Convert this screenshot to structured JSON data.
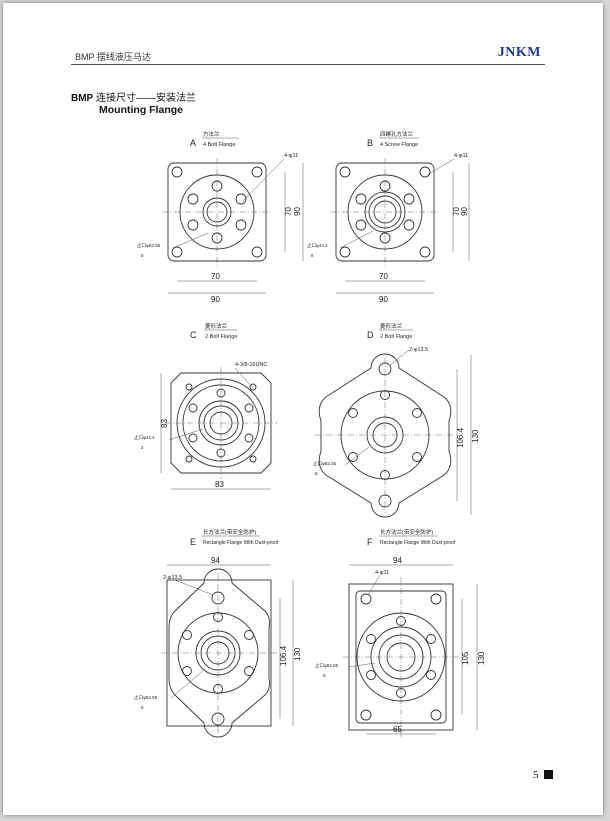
{
  "header": {
    "left_title": "BMP 摆线液压马达",
    "brand": "JNKM"
  },
  "section": {
    "title_prefix": "BMP",
    "title_zh": "连接尺寸——安装法兰",
    "title_en": "Mounting  Flange"
  },
  "drawings": [
    {
      "letter": "A",
      "name_zh": "方法兰",
      "name_en": "4 Bolt Flange",
      "hole_label": "4-φ11",
      "shaft_label": "止口φ82.55",
      "shaft_sub": "8",
      "dims": [
        "70",
        "90",
        "70",
        "90"
      ]
    },
    {
      "letter": "B",
      "name_zh": "四螺孔方法兰",
      "name_en": "4 Screw Flange",
      "hole_label": "4-φ11",
      "shaft_label": "止口φ44.4",
      "shaft_sub": "8",
      "dims": [
        "70",
        "90",
        "70",
        "90"
      ]
    },
    {
      "letter": "C",
      "name_zh": "菱形法兰",
      "name_en": "2 Bolt Flange",
      "hole_label": "4-3/8-16UNC",
      "shaft_label": "止口φ44.4",
      "shaft_sub": "2",
      "dims": [
        "83",
        "83"
      ]
    },
    {
      "letter": "D",
      "name_zh": "菱形法兰",
      "name_en": "2 Bolt Flange",
      "hole_label": "2-φ13.5",
      "shaft_label": "止口φ82.55",
      "shaft_sub": "8",
      "dims": [
        "106.4",
        "130"
      ]
    },
    {
      "letter": "E",
      "name_zh": "长方法兰(带安全防护)",
      "name_en": "Rectangle Flange With Dust-proof",
      "hole_label": "2-φ13.5",
      "shaft_label": "止口φ82.55",
      "shaft_sub": "8",
      "dims": [
        "94",
        "106.4",
        "130"
      ]
    },
    {
      "letter": "F",
      "name_zh": "长方法兰(带安全防护)",
      "name_en": "Rectangle Flange With Dust-proof",
      "hole_label": "4-φ11",
      "shaft_label": "止口φ82.55",
      "shaft_sub": "8",
      "dims": [
        "94",
        "105",
        "130",
        "65"
      ]
    }
  ],
  "footer": {
    "page_number": "5"
  }
}
